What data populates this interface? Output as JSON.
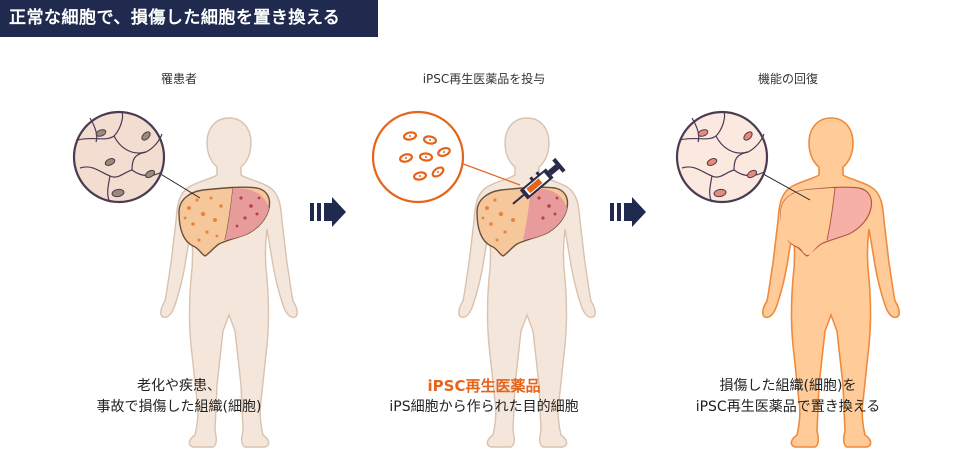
{
  "header": {
    "title": "正常な細胞で、損傷した細胞を置き換える"
  },
  "stages": [
    {
      "label": "罹患者",
      "caption_lines": [
        "老化や疾患、",
        "事故で損傷した組織(細胞)"
      ]
    },
    {
      "label": "iPSC再生医薬品を投与",
      "caption_highlight": "iPSC再生医薬品",
      "caption_lines": [
        "iPS細胞から作られた目的細胞"
      ]
    },
    {
      "label": "機能の回復",
      "caption_lines": [
        "損傷した組織(細胞)を",
        "iPSC再生医薬品で置き換える"
      ]
    }
  ],
  "colors": {
    "title_bg": "#1f2a4e",
    "accent_orange": "#e5641c",
    "arrow_navy": "#1f2a4e",
    "body_beige": "#f4e6da",
    "body_orange": "#ffcc99",
    "liver_pink": "#f2a0a0"
  }
}
